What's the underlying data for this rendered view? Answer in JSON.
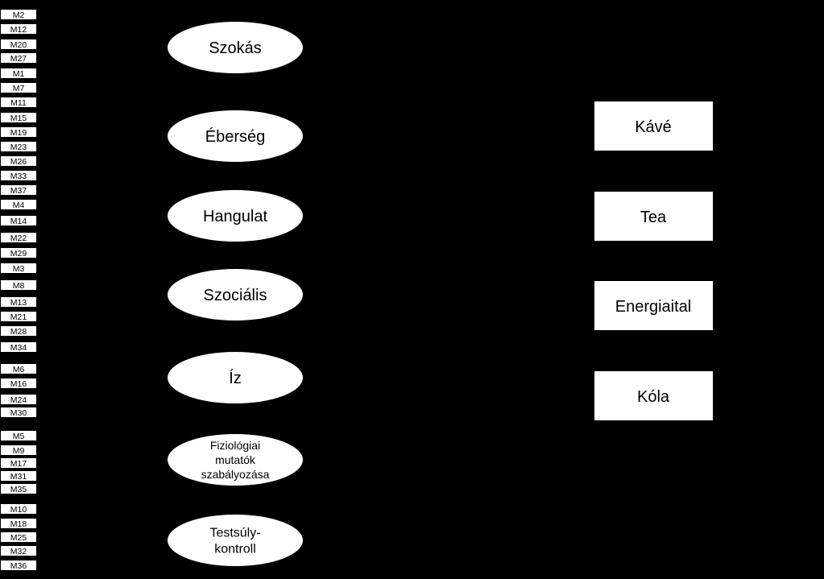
{
  "colors": {
    "background": "#000000",
    "node_fill": "#ffffff",
    "node_text": "#000000"
  },
  "indicators": [
    "M2",
    "M12",
    "M20",
    "M27",
    "M1",
    "M7",
    "M11",
    "M15",
    "M19",
    "M23",
    "M26",
    "M33",
    "M37",
    "M4",
    "M14",
    "M22",
    "M29",
    "M3",
    "M8",
    "M13",
    "M21",
    "M28",
    "M34",
    "M6",
    "M16",
    "M24",
    "M30",
    "M5",
    "M9",
    "M17",
    "M31",
    "M35",
    "M10",
    "M18",
    "M25",
    "M32",
    "M36"
  ],
  "factors": [
    {
      "lines": [
        "Szokás"
      ]
    },
    {
      "lines": [
        "Éberség"
      ]
    },
    {
      "lines": [
        "Hangulat"
      ]
    },
    {
      "lines": [
        "Szociális"
      ]
    },
    {
      "lines": [
        "Íz"
      ]
    },
    {
      "lines": [
        "Fiziológiai",
        "mutatók",
        "szabályozása"
      ]
    },
    {
      "lines": [
        "Testsúly-",
        "kontroll"
      ]
    }
  ],
  "outcomes": [
    "Kávé",
    "Tea",
    "Energiaital",
    "Kóla"
  ]
}
